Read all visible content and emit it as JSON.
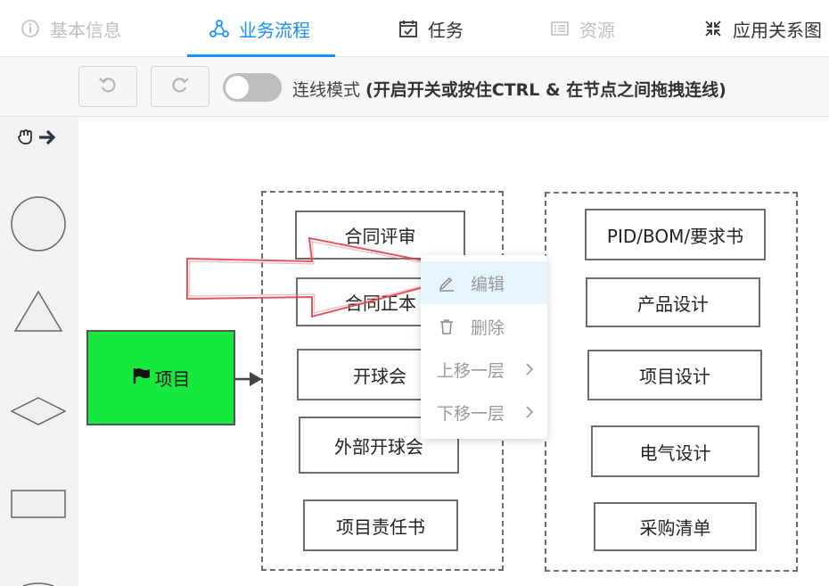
{
  "tabs": [
    {
      "label": "基本信息",
      "icon": "info-circle-icon"
    },
    {
      "label": "业务流程",
      "icon": "flow-nodes-icon",
      "active": true
    },
    {
      "label": "任务",
      "icon": "calendar-check-icon"
    },
    {
      "label": "资源",
      "icon": "list-card-icon"
    },
    {
      "label": "应用关系图",
      "icon": "shrink-arrows-icon"
    }
  ],
  "toolbar": {
    "undo_icon": "undo-icon",
    "redo_icon": "redo-icon",
    "toggle_on": false,
    "mode_label": "连线模式 ",
    "mode_hint": "(开启开关或按住CTRL & 在节点之间拖拽连线)"
  },
  "palette": {
    "tools": [
      "hand-grab-icon",
      "arrow-right-icon"
    ],
    "shapes": [
      "circle-shape",
      "triangle-shape",
      "diamond-shape",
      "rectangle-shape"
    ]
  },
  "diagram": {
    "root": {
      "label": "项目",
      "icon": "flag-icon",
      "color": "#16e83e"
    },
    "group1": [
      "合同评审",
      "合同正本",
      "开球会",
      "外部开球会",
      "项目责任书"
    ],
    "group2": [
      "PID/BOM/要求书",
      "产品设计",
      "项目设计",
      "电气设计",
      "采购清单"
    ]
  },
  "context_menu": {
    "items": [
      {
        "label": "编辑",
        "icon": "edit-pencil-icon"
      },
      {
        "label": "删除",
        "icon": "trash-icon"
      },
      {
        "label": "上移一层",
        "icon": "chevron-right-icon"
      },
      {
        "label": "下移一层",
        "icon": "chevron-right-icon"
      }
    ]
  },
  "colors": {
    "accent": "#1890ff",
    "node_green": "#16e83e",
    "annotation_arrow": "#e0464e"
  }
}
